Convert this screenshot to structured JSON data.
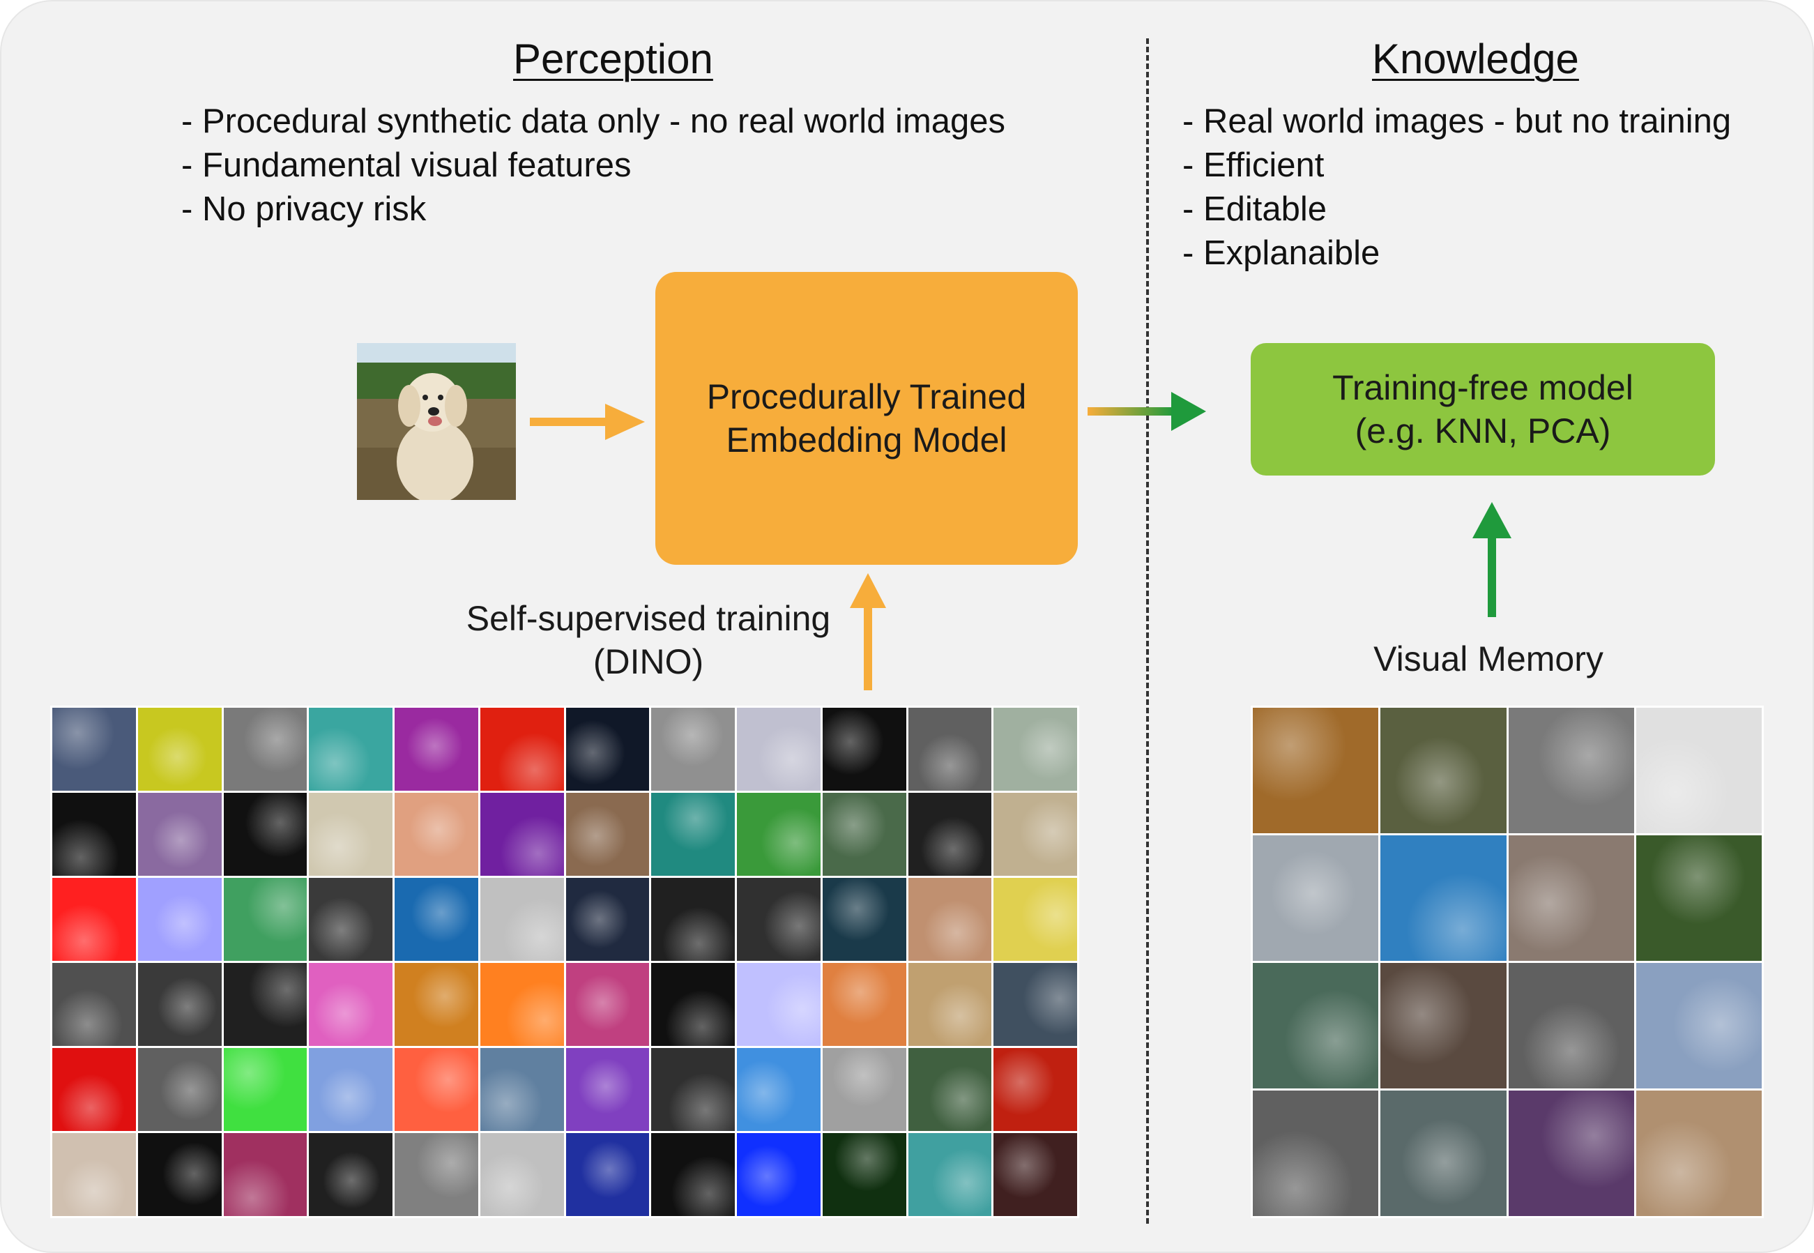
{
  "perception": {
    "title": "Perception",
    "bullets": [
      "Procedural synthetic data only - no real world images",
      "Fundamental visual features",
      "No privacy risk"
    ]
  },
  "knowledge": {
    "title": "Knowledge",
    "bullets": [
      "Real world images - but no training",
      "Efficient",
      "Editable",
      "Explanaible"
    ]
  },
  "embedding_box": {
    "line1": "Procedurally Trained",
    "line2": "Embedding Model",
    "color": "#f7ad3b"
  },
  "training_free_box": {
    "line1": "Training-free model",
    "line2": "(e.g. KNN, PCA)",
    "color": "#8dc63f"
  },
  "ssl_label": {
    "line1": "Self-supervised training",
    "line2": "(DINO)"
  },
  "visual_memory_label": "Visual Memory",
  "colors": {
    "orange": "#f7ad3b",
    "green": "#1f9a3c",
    "panel": "#f2f2f2"
  },
  "procedural_grid": {
    "rows": 6,
    "cols": 12,
    "tiles": [
      "#4a5a7a",
      "#c8c820",
      "#7a7a7a",
      "#3aa6a0",
      "#9a2aa0",
      "#e02010",
      "#101828",
      "#909090",
      "#c0c0d0",
      "#101010",
      "#606060",
      "#a0b0a0",
      "#101010",
      "#8a6aa0",
      "#111111",
      "#d0c8b0",
      "#e0a080",
      "#7020a0",
      "#8a6a50",
      "#208a80",
      "#3a9a3a",
      "#4a6a4a",
      "#202020",
      "#c0b090",
      "#ff2020",
      "#a0a0ff",
      "#40a060",
      "#3a3a3a",
      "#1a6ab0",
      "#c0c0c0",
      "#202a40",
      "#202020",
      "#303030",
      "#1a3a4a",
      "#c09070",
      "#e0d050",
      "#505050",
      "#3a3a3a",
      "#202020",
      "#e060c0",
      "#d08020",
      "#ff8020",
      "#c04080",
      "#101010",
      "#c0c0ff",
      "#e08040",
      "#c0a070",
      "#405060",
      "#e01010",
      "#606060",
      "#40e040",
      "#80a0e0",
      "#ff6040",
      "#6080a0",
      "#8040c0",
      "#303030",
      "#4090e0",
      "#a0a0a0",
      "#406040",
      "#c02010",
      "#d0c0b0",
      "#101010",
      "#a03060",
      "#202020",
      "#808080",
      "#c0c0c0",
      "#2030a0",
      "#101010",
      "#1030ff",
      "#103010",
      "#40a0a0",
      "#402020"
    ]
  },
  "memory_grid": {
    "rows": 4,
    "cols": 4,
    "tiles": [
      "#a06a2a",
      "#5a6040",
      "#7a7a7a",
      "#e0e0e0",
      "#a0a8b0",
      "#3080c0",
      "#8a7a70",
      "#3a5a2a",
      "#4a6a5a",
      "#5a4a40",
      "#606060",
      "#8aa0c0",
      "#606060",
      "#5a6a6a",
      "#5a3a6a",
      "#b09070"
    ]
  }
}
